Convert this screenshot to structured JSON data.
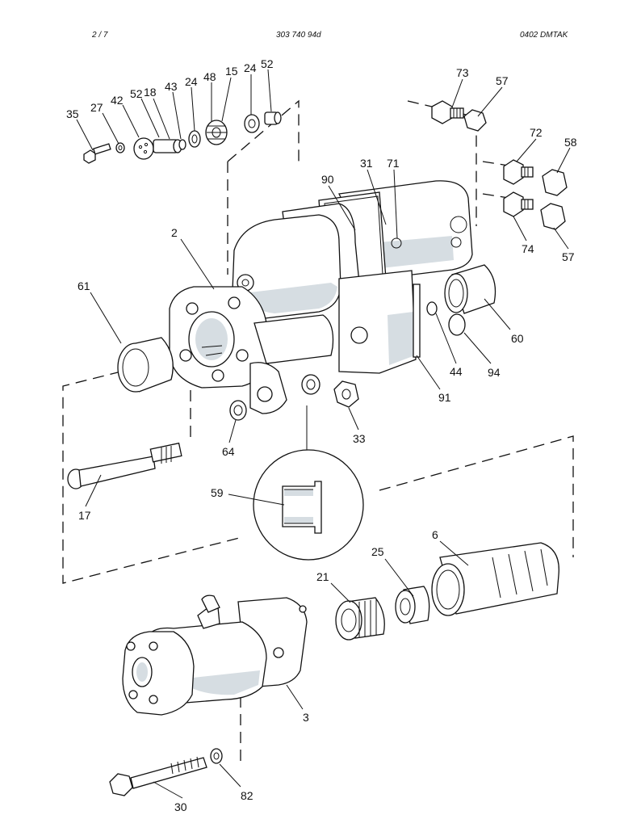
{
  "header": {
    "left": "2 /   7",
    "center": "303 740 94d",
    "right": "0402   DMTAK"
  },
  "callouts": [
    "35",
    "27",
    "42",
    "52",
    "18",
    "43",
    "24",
    "48",
    "15",
    "24",
    "52",
    "73",
    "57",
    "72",
    "58",
    "74",
    "57",
    "90",
    "31",
    "71",
    "2",
    "61",
    "60",
    "44",
    "94",
    "91",
    "33",
    "64",
    "17",
    "59",
    "6",
    "25",
    "21",
    "3",
    "30",
    "82"
  ]
}
